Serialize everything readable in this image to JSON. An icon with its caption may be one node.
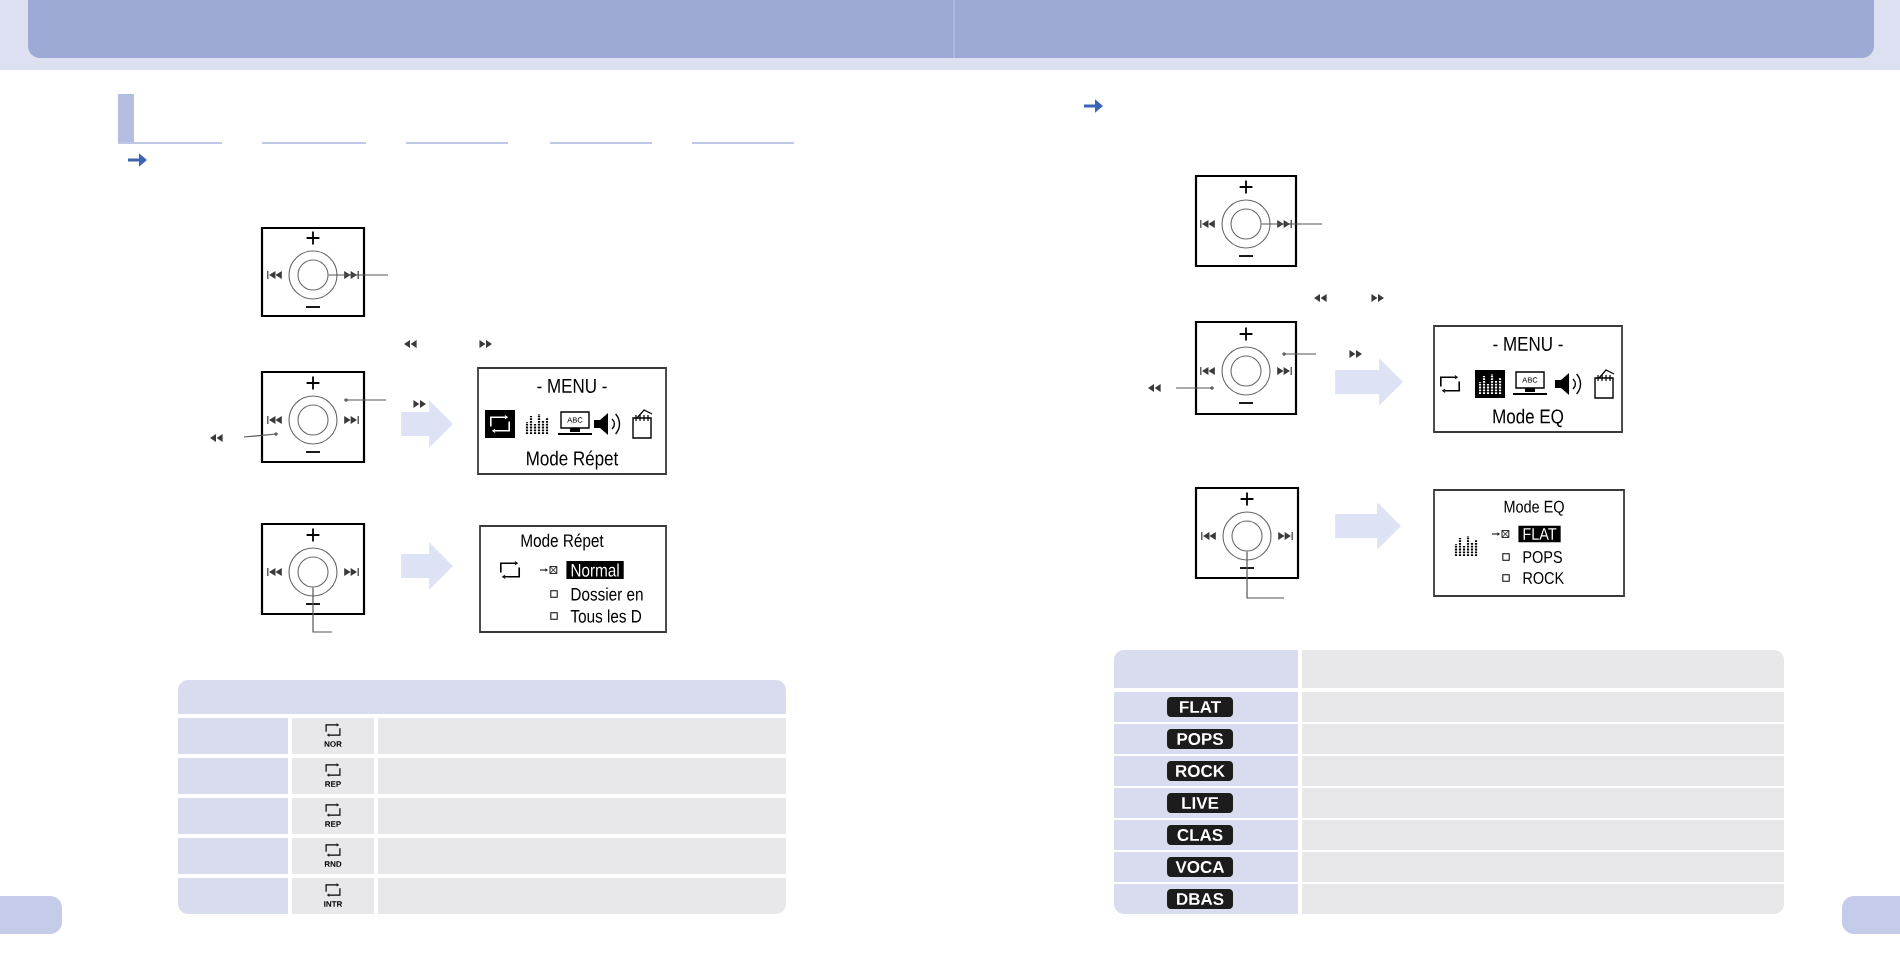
{
  "diagram": {
    "nodes": [
      {
        "text": [],
        "shape": "picture"
      },
      {
        "text": [],
        "shape": "circle",
        "in": 0
      },
      {
        "text": [],
        "shape": "picture"
      },
      {
        "text": [
          "- MENU -",
          "Mode Répet"
        ]
      },
      {
        "text": [],
        "shape": "picture"
      },
      {
        "text": [],
        "shape": "circle",
        "in": 4
      },
      {
        "text": [
          "Mode Répet",
          "Normal",
          "Dossier en",
          "Tous les D"
        ]
      },
      {
        "text": [],
        "shape": "picture"
      },
      {
        "text": [],
        "shape": "circle",
        "in": 7
      },
      {
        "text": [],
        "shape": "picture"
      },
      {
        "text": [
          "- MENU -",
          "Mode EQ"
        ]
      },
      {
        "text": [],
        "shape": "picture"
      },
      {
        "text": [],
        "shape": "circle",
        "in": 11
      },
      {
        "text": [
          "Mode EQ",
          "FLAT",
          "POPS",
          "ROCK"
        ]
      }
    ],
    "edges": [
      {
        "from": null,
        "to": 1,
        "arrow": "none"
      },
      {
        "from": null,
        "to": 2,
        "arrow": "none"
      },
      {
        "from": null,
        "to": 2,
        "arrow": "none"
      },
      {
        "from": 2,
        "to": 3,
        "arrow": "to",
        "style": "thick",
        "color": "#dde3f4"
      },
      {
        "from": null,
        "to": 5,
        "arrow": "none"
      },
      {
        "from": 4,
        "to": 6,
        "arrow": "to",
        "style": "thick",
        "color": "#dde3f4"
      },
      {
        "from": null,
        "to": 8,
        "arrow": "none"
      },
      {
        "from": null,
        "to": 9,
        "arrow": "none"
      },
      {
        "from": null,
        "to": 9,
        "arrow": "none"
      },
      {
        "from": 9,
        "to": 10,
        "arrow": "to",
        "style": "thick",
        "color": "#dde3f4"
      },
      {
        "from": null,
        "to": 12,
        "arrow": "none"
      },
      {
        "from": 11,
        "to": 13,
        "arrow": "to",
        "style": "thick",
        "color": "#dde3f4"
      }
    ],
    "labels": [
      "ABC",
      "NOR",
      "REP",
      "REP",
      "RND",
      "INTR",
      "ABC",
      "FLAT",
      "POPS",
      "ROCK",
      "LIVE",
      "CLAS",
      "VOCA",
      "DBAS"
    ]
  }
}
